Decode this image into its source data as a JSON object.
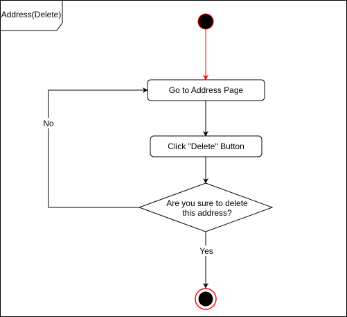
{
  "frame": {
    "title": "Address(Delete)"
  },
  "nodes": {
    "start": {
      "kind": "initial-node"
    },
    "go_to_address": {
      "kind": "action",
      "label": "Go to Address Page"
    },
    "click_delete": {
      "kind": "action",
      "label": "Click \"Delete\" Button"
    },
    "confirm": {
      "kind": "decision",
      "label_line1": "Are you sure to delete",
      "label_line2": "this address?"
    },
    "end": {
      "kind": "final-node"
    }
  },
  "edges": {
    "no_label": "No",
    "yes_label": "Yes"
  },
  "colors": {
    "stroke": "#000000",
    "start_fill": "#000000",
    "start_ring": "#ff0000",
    "start_arrow": "#ff0000",
    "end_ring": "#ff0000",
    "end_fill": "#000000",
    "background": "#ffffff"
  }
}
